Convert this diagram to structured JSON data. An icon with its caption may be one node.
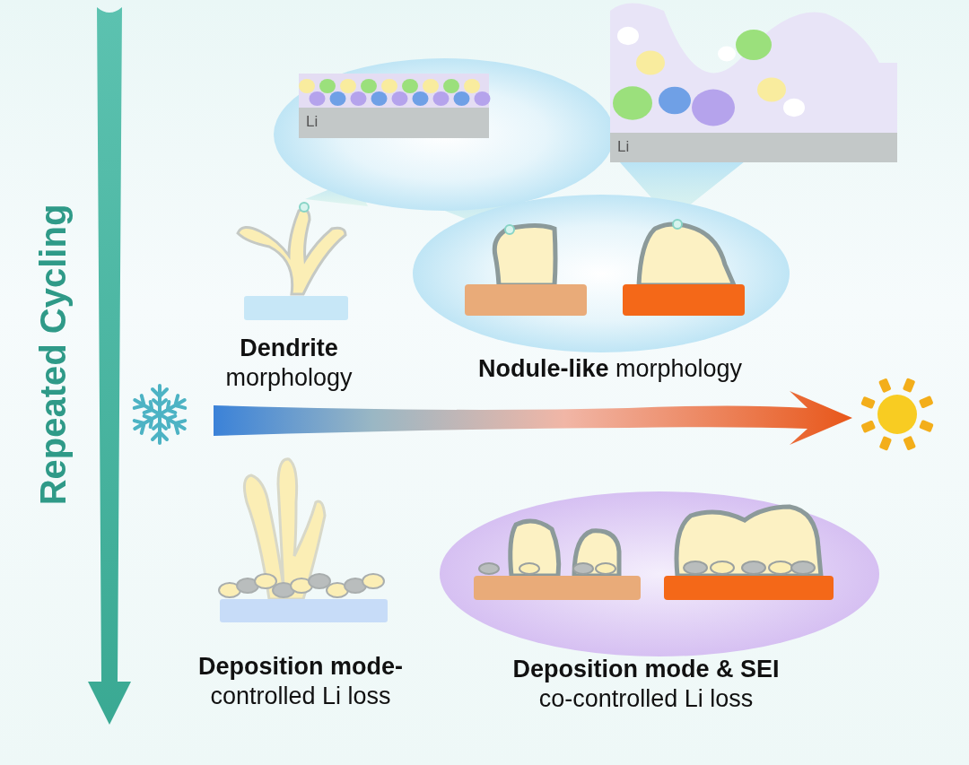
{
  "diagram": {
    "nodes": [
      {
        "text": [
          "Li"
        ]
      },
      {
        "text": [
          "Li"
        ]
      }
    ],
    "labels": [
      "Repeated Cycling",
      "**Dendrite** morphology",
      "**Nodule-like** morphology",
      "**Deposition mode-** controlled Li loss",
      "**Deposition mode & SEI** co-controlled Li loss"
    ]
  }
}
